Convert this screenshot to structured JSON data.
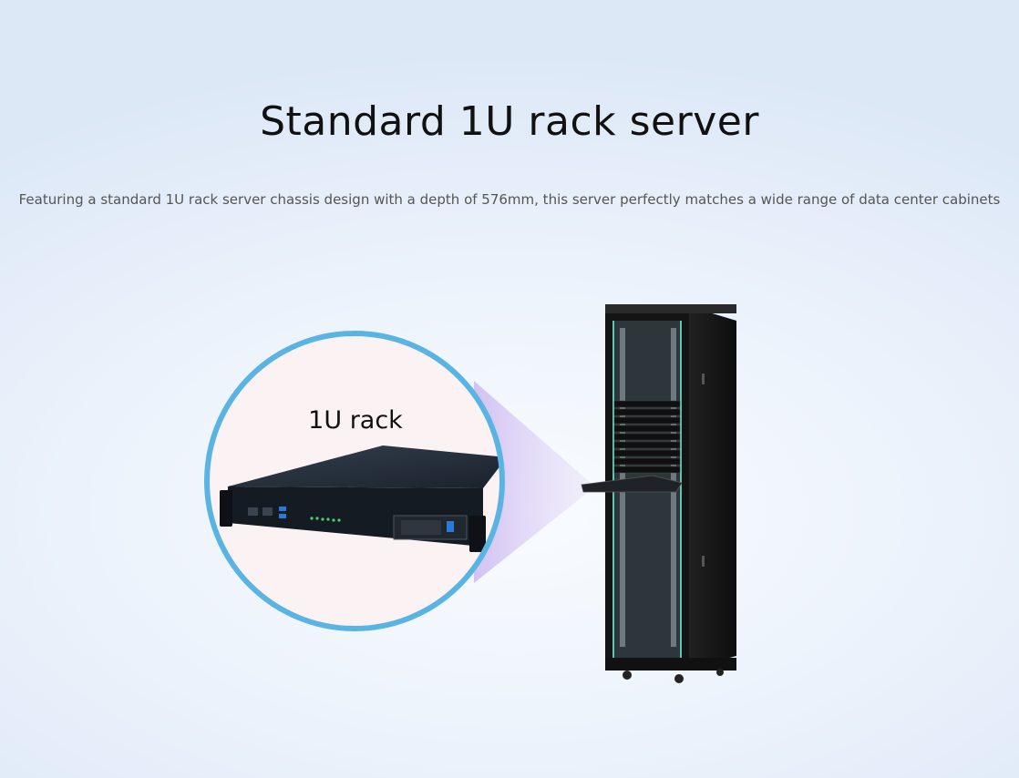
{
  "title": "Standard 1U rack server",
  "description": "Featuring a standard 1U rack server chassis design with a depth of 576mm, this server perfectly matches a wide range of data center cabinets",
  "zoom_label": "1U rack",
  "colors": {
    "ring": "#5ab4e3",
    "chassis": "#1d2530",
    "cabinet": "#1a1a1a",
    "accent": "#2a7ad8"
  }
}
